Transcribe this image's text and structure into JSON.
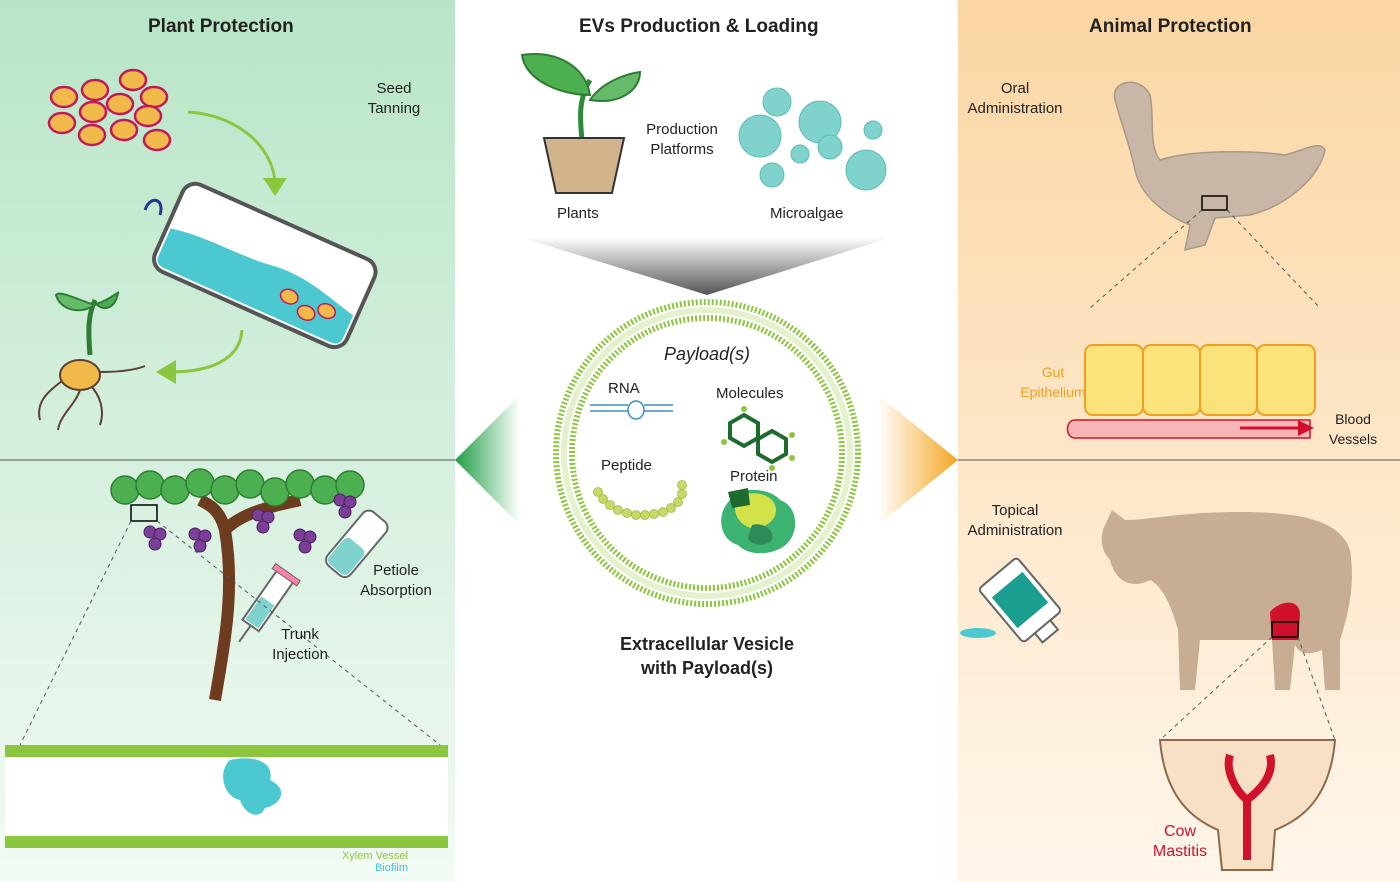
{
  "panels": {
    "plant": {
      "title": "Plant Protection",
      "seed_tanning": "Seed\nTanning",
      "petiole_absorption": "Petiole\nAbsorption",
      "trunk_injection": "Trunk\nInjection",
      "xylem_vessel": "Xylem Vessel",
      "biofilm": "Biofilm"
    },
    "production": {
      "title": "EVs Production & Loading",
      "platforms": "Production\nPlatforms",
      "plants": "Plants",
      "microalgae": "Microalgae"
    },
    "vesicle": {
      "payload_title": "Payload(s)",
      "rna": "RNA",
      "molecules": "Molecules",
      "peptide": "Peptide",
      "protein": "Protein",
      "caption": "Extracellular Vesicle\nwith Payload(s)"
    },
    "animal": {
      "title": "Animal Protection",
      "oral_administration": "Oral\nAdministration",
      "gut_epithelium": "Gut\nEpithelium",
      "blood_vessels": "Blood\nVessels",
      "topical_administration": "Topical\nAdministration",
      "cow_mastitis": "Cow\nMastitis"
    }
  },
  "colors": {
    "plant_panel_top": "#b8e5c7",
    "plant_panel_bottom": "#f2faf4",
    "animal_panel_top": "#fbd6a3",
    "animal_panel_bottom": "#fff6ea",
    "ev_green": "#8cc63f",
    "ev_dark_green": "#1e8a3a",
    "teal": "#2bb5a8",
    "orange": "#f5a623",
    "mastitis_red": "#d0112b",
    "gut_label": "#f0a020",
    "xylem_label": "#8cc63f",
    "biofilm_label": "#3cc4d0"
  }
}
